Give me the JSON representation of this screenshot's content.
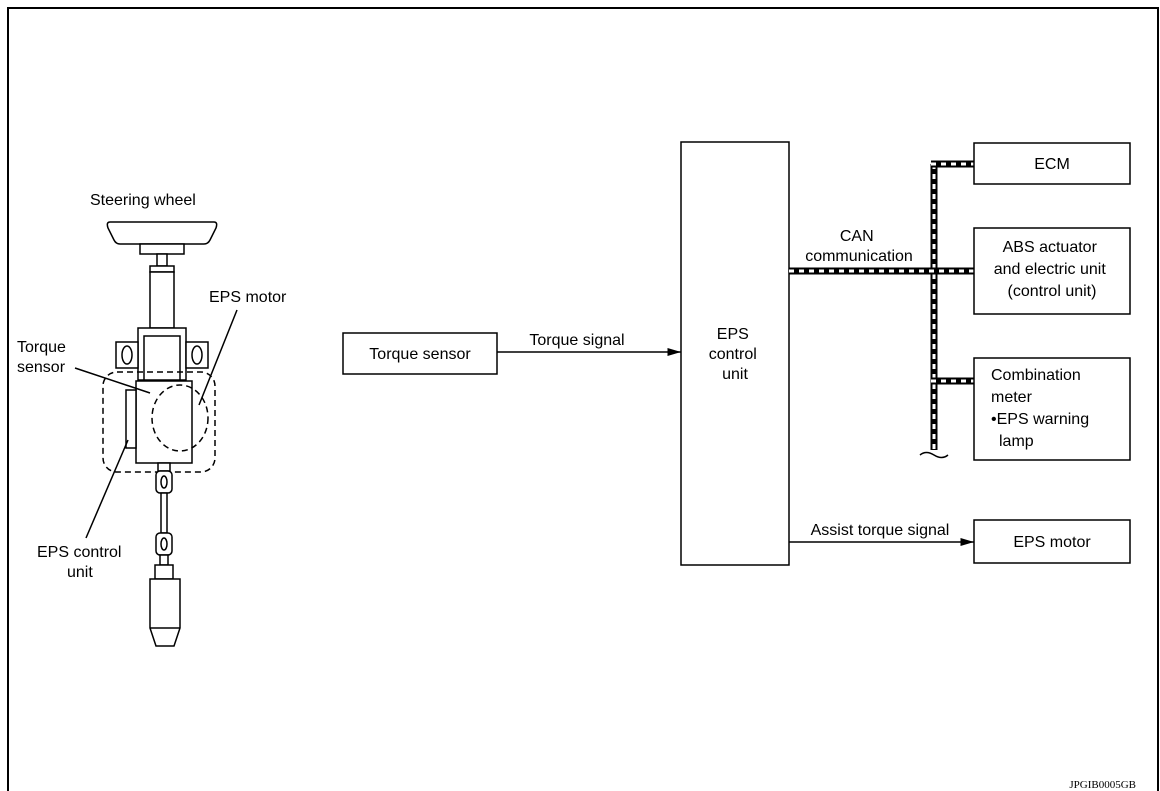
{
  "labels": {
    "steering_wheel": "Steering wheel",
    "eps_motor_left": "EPS motor",
    "torque_sensor_left": [
      "Torque",
      "sensor"
    ],
    "eps_control_unit_left": [
      "EPS control",
      "unit"
    ],
    "torque_sensor_box": "Torque sensor",
    "torque_signal": "Torque signal",
    "eps_control_unit_box": [
      "EPS",
      "control",
      "unit"
    ],
    "can_communication": [
      "CAN",
      "communication"
    ],
    "ecm": "ECM",
    "abs": [
      "ABS actuator",
      "and electric unit",
      "(control unit)"
    ],
    "combination_meter": [
      "Combination",
      "meter",
      "•EPS warning",
      "lamp"
    ],
    "assist_torque_signal": "Assist torque signal",
    "eps_motor_box": "EPS motor",
    "figure_code": "JPGIB0005GB"
  }
}
